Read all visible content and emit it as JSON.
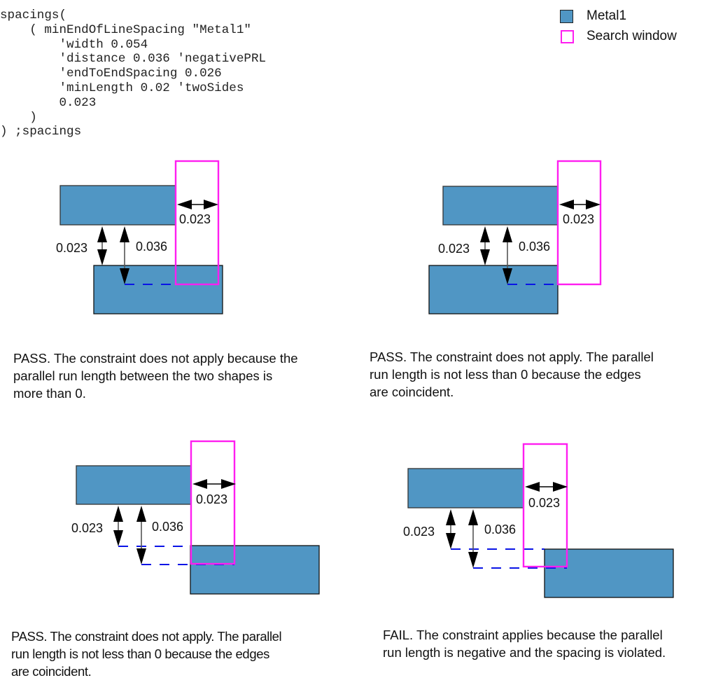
{
  "code_block": {
    "lines": [
      "spacings(",
      "    ( minEndOfLineSpacing \"Metal1\"",
      "        'width 0.054",
      "        'distance 0.036 'negativePRL",
      "        'endToEndSpacing 0.026",
      "        'minLength 0.02 'twoSides",
      "        0.023",
      "    )",
      ") ;spacings"
    ]
  },
  "legend": {
    "items": [
      {
        "label": "Metal1",
        "kind": "filled",
        "color": "#5096C4"
      },
      {
        "label": "Search window",
        "kind": "outline",
        "color": "#FF1EF0"
      }
    ]
  },
  "colors": {
    "metal1_fill": "#5096C4",
    "metal1_stroke": "#333333",
    "search_window": "#FF1EF0",
    "prl_dash": "#0A14E6",
    "arrow": "#000000"
  },
  "diagrams": [
    {
      "id": "top-left",
      "result": "PASS",
      "labels": {
        "window_width": "0.023",
        "spacing": "0.023",
        "distance": "0.036"
      },
      "caption": [
        "PASS. The constraint does not apply because the",
        "parallel run length between the two shapes is",
        "more than 0."
      ]
    },
    {
      "id": "top-right",
      "result": "PASS",
      "labels": {
        "window_width": "0.023",
        "spacing": "0.023",
        "distance": "0.036"
      },
      "caption": [
        "PASS. The constraint does not apply. The parallel",
        "run length is not less than 0 because the edges",
        "are coincident."
      ]
    },
    {
      "id": "bottom-left",
      "result": "PASS",
      "labels": {
        "window_width": "0.023",
        "spacing": "0.023",
        "distance": "0.036"
      },
      "caption": [
        "PASS. The constraint does not apply. The parallel",
        "run length is not less than 0 because the edges",
        "are coincident."
      ]
    },
    {
      "id": "bottom-right",
      "result": "FAIL",
      "labels": {
        "window_width": "0.023",
        "spacing": "0.023",
        "distance": "0.036"
      },
      "caption": [
        "FAIL. The constraint applies because the parallel",
        "run length is negative and the spacing is violated."
      ]
    }
  ]
}
